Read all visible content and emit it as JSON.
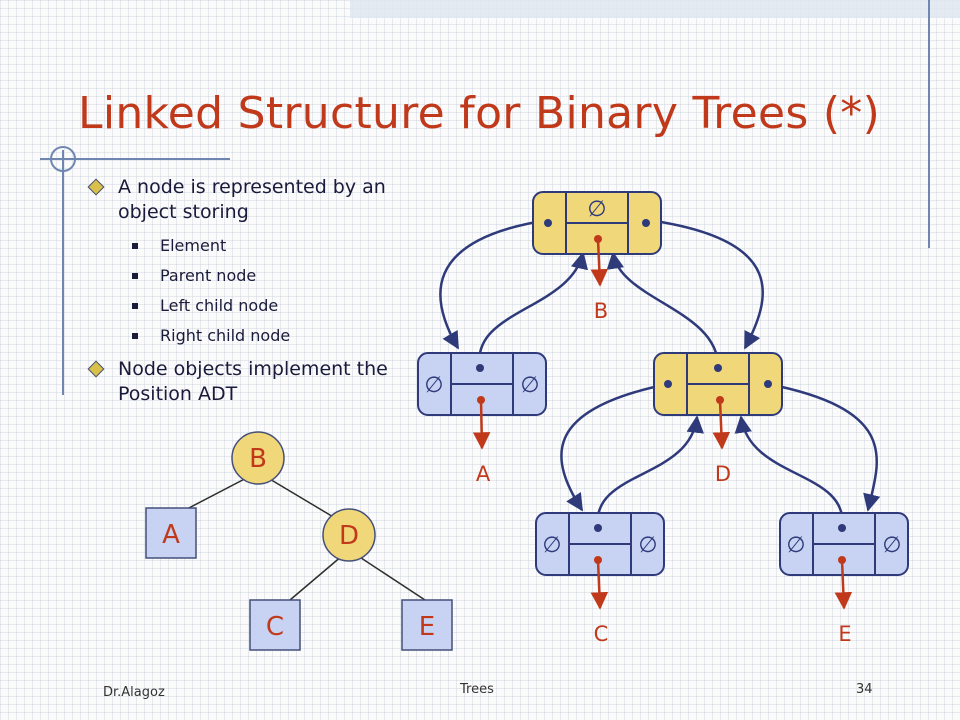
{
  "slide": {
    "title": "Linked Structure for Binary Trees (*)",
    "bullets": [
      {
        "text": "A node is represented by an object storing",
        "sub": [
          "Element",
          "Parent node",
          "Left child node",
          "Right child node"
        ]
      },
      {
        "text": "Node objects implement the Position ADT",
        "sub": []
      }
    ],
    "footer": {
      "author": "Dr.Alagoz",
      "topic": "Trees",
      "page": "34"
    }
  },
  "tree": {
    "nodes": [
      {
        "id": "B",
        "label": "B",
        "shape": "circle",
        "color": "#f0d77a"
      },
      {
        "id": "A",
        "label": "A",
        "shape": "square",
        "color": "#c8d2f2"
      },
      {
        "id": "D",
        "label": "D",
        "shape": "circle",
        "color": "#f0d77a"
      },
      {
        "id": "C",
        "label": "C",
        "shape": "square",
        "color": "#c8d2f2"
      },
      {
        "id": "E",
        "label": "E",
        "shape": "square",
        "color": "#c8d2f2"
      }
    ],
    "edges": [
      [
        "B",
        "A"
      ],
      [
        "B",
        "D"
      ],
      [
        "D",
        "C"
      ],
      [
        "D",
        "E"
      ]
    ]
  },
  "linked": {
    "null_symbol": "∅",
    "element_labels": {
      "B": "B",
      "A": "A",
      "D": "D",
      "C": "C",
      "E": "E"
    },
    "internal_color": "#f0d77a",
    "leaf_color": "#c8d2f2",
    "element_color": "#c0391b",
    "pointer_color": "#2e3a7a"
  }
}
